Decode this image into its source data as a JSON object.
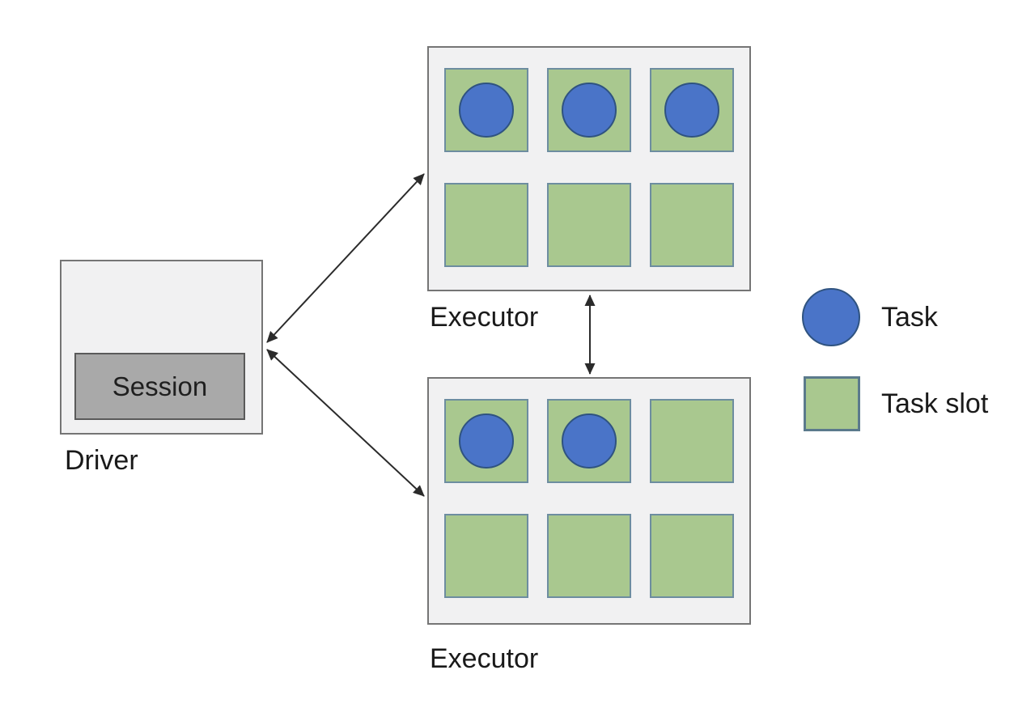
{
  "diagram": {
    "title_context": "Driver and executors diagram",
    "driver": {
      "label": "Driver",
      "session_label": "Session"
    },
    "executors": [
      {
        "label": "Executor",
        "slots": [
          true,
          true,
          true,
          false,
          false,
          false
        ]
      },
      {
        "label": "Executor",
        "slots": [
          true,
          true,
          false,
          false,
          false,
          false
        ]
      }
    ],
    "legend": {
      "items": [
        {
          "symbol": "task-circle",
          "label": "Task"
        },
        {
          "symbol": "task-slot-square",
          "label": "Task slot"
        }
      ]
    },
    "connections": [
      {
        "from": "driver",
        "to": "executor-1",
        "type": "bidirectional-arrow"
      },
      {
        "from": "driver",
        "to": "executor-2",
        "type": "bidirectional-arrow"
      },
      {
        "from": "executor-1",
        "to": "executor-2",
        "type": "bidirectional-arrow"
      }
    ],
    "colors": {
      "task_fill": "#4a74c8",
      "task_border": "#2f5380",
      "task_slot_fill": "#a9c88f",
      "task_slot_border": "#6d8da0",
      "executor_fill": "#f1f1f2",
      "executor_border": "#757575",
      "session_fill": "#a9a9a9",
      "session_border": "#5a5a5a",
      "arrow": "#2b2b2b",
      "background": "#ffffff",
      "text": "#1a1a1a"
    }
  }
}
